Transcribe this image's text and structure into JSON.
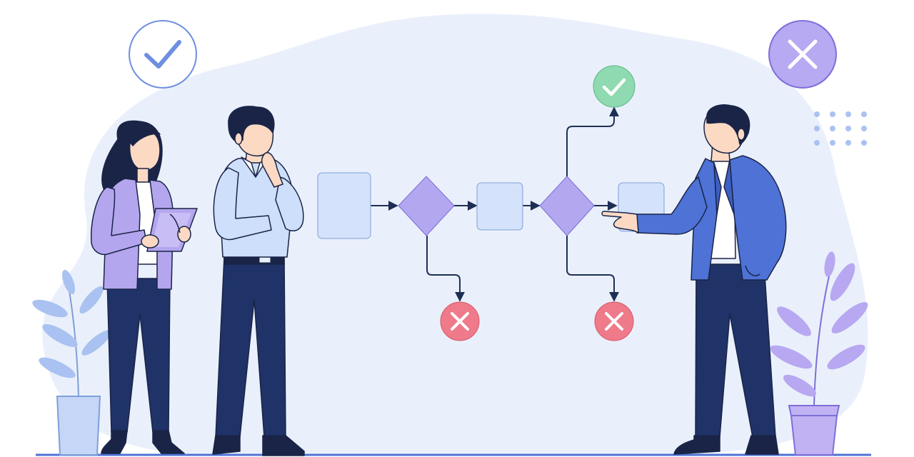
{
  "scene": {
    "description_kind": "flowchart-illustration",
    "colors": {
      "page_background": "#ffffff",
      "blob": "#eaf0fb",
      "box_fill": "#d4e2fb",
      "box_stroke": "#7f9fd8",
      "diamond_fill": "#b3a8f0",
      "diamond_stroke": "#7a6cd6",
      "arrow": "#1e2f56",
      "success": "#8fdab0",
      "success_stroke": "#5bb884",
      "failure": "#ee7a8a",
      "failure_stroke": "#d55a6d",
      "top_check_stroke": "#6f8fe0",
      "top_x_fill": "#b7a9f2",
      "top_x_stroke": "#7e6fd8",
      "navy": "#1f3368",
      "blue_jacket": "#4e72d6",
      "purple_jacket": "#b4a6ee",
      "light_shirt": "#cddffb",
      "plant_blue": "#a9c2f1",
      "plant_purple": "#b7a8f1",
      "pot_blue": "#c5d6f7",
      "pot_purple": "#c1b3f3",
      "skin": "#fbd9c3",
      "hair": "#1a2447"
    },
    "icons": {
      "top_left": "check-circle-icon",
      "top_right": "x-circle-icon",
      "result_success": "check-circle-icon",
      "result_failure": "x-circle-icon",
      "dots": "dot-grid-icon"
    },
    "flowchart": {
      "nodes": [
        {
          "id": "process-1",
          "shape": "rectangle"
        },
        {
          "id": "decision-1",
          "shape": "diamond"
        },
        {
          "id": "process-2",
          "shape": "rectangle"
        },
        {
          "id": "decision-2",
          "shape": "diamond"
        },
        {
          "id": "process-3",
          "shape": "rectangle"
        }
      ],
      "outcomes": [
        {
          "from": "decision-1",
          "result": "failure"
        },
        {
          "from": "decision-2",
          "result": "success"
        },
        {
          "from": "decision-2",
          "result": "failure"
        }
      ]
    },
    "people": [
      {
        "id": "woman",
        "holding": "tablet"
      },
      {
        "id": "thinking-man",
        "pose": "hand-on-chin"
      },
      {
        "id": "pointing-man",
        "pose": "pointing"
      }
    ]
  }
}
